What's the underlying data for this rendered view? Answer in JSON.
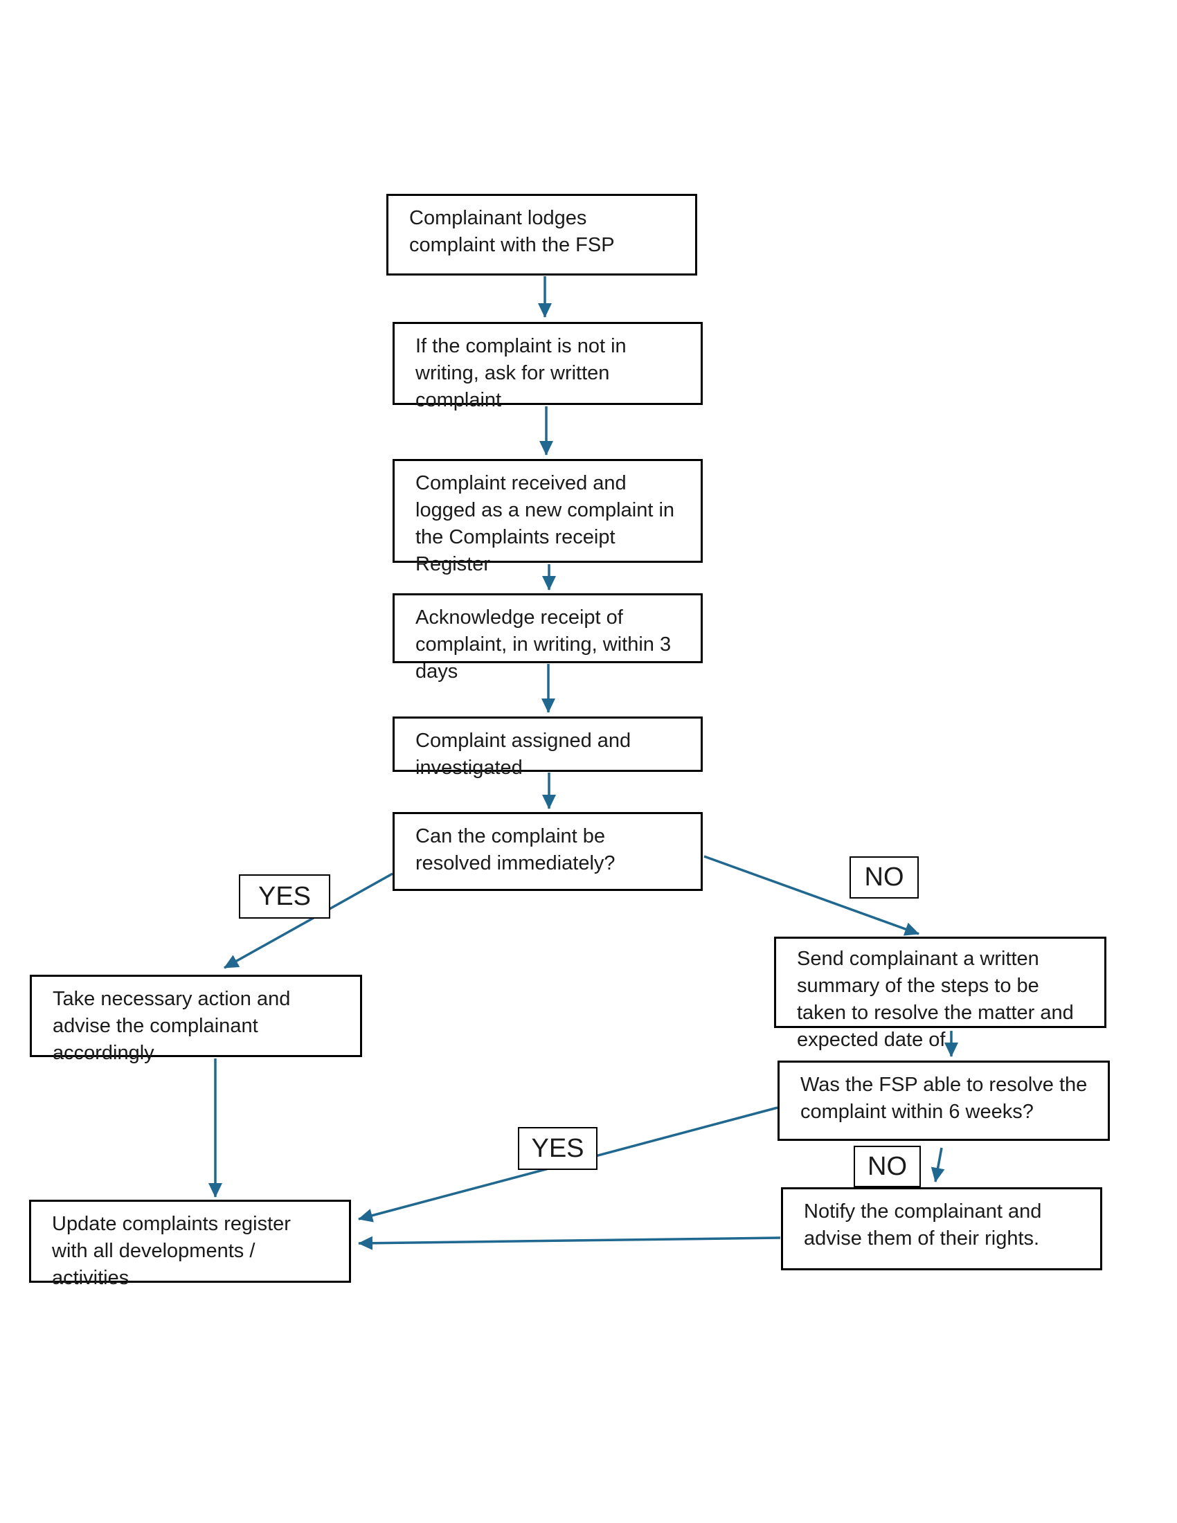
{
  "colors": {
    "connector": "#20688F",
    "node_border": "#000000",
    "text": "#1a1a1a",
    "background": "#ffffff"
  },
  "flowchart": {
    "nodes": [
      {
        "id": "lodge",
        "text": "Complainant lodges complaint with the FSP"
      },
      {
        "id": "ask-written",
        "text": "If the complaint is not in writing, ask for written complaint"
      },
      {
        "id": "log-register",
        "text": "Complaint received and logged as a new complaint in the Complaints receipt Register"
      },
      {
        "id": "acknowledge",
        "text": "Acknowledge receipt of complaint, in writing, within 3 days"
      },
      {
        "id": "assign",
        "text": "Complaint assigned and investigated"
      },
      {
        "id": "resolve-question",
        "text": "Can the complaint be resolved immediately?"
      },
      {
        "id": "take-action",
        "text": "Take necessary action and advise the complainant accordingly"
      },
      {
        "id": "send-summary",
        "text": "Send complainant a written summary of the steps to be taken to resolve the matter and expected date of"
      },
      {
        "id": "six-weeks",
        "text": "Was the FSP able to resolve the complaint within 6 weeks?"
      },
      {
        "id": "update-register",
        "text": "Update complaints register with all developments / activities"
      },
      {
        "id": "notify-rights",
        "text": "Notify the complainant and advise them of their rights."
      }
    ],
    "labels": [
      {
        "id": "yes-immediate",
        "text": "YES"
      },
      {
        "id": "no-immediate",
        "text": "NO"
      },
      {
        "id": "yes-six-weeks",
        "text": "YES"
      },
      {
        "id": "no-six-weeks",
        "text": "NO"
      }
    ]
  }
}
